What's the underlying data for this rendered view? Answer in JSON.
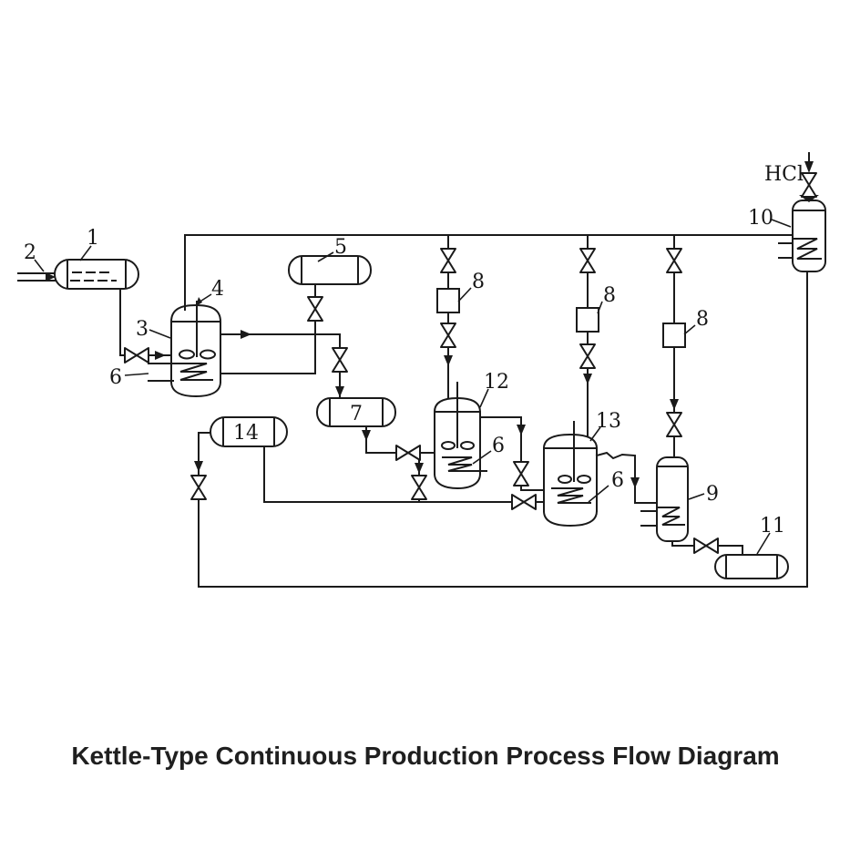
{
  "title": "Kettle-Type Continuous Production Process Flow Diagram",
  "labels": {
    "hcl": "HCl",
    "item1": "1",
    "item2": "2",
    "item3": "3",
    "item4": "4",
    "item5": "5",
    "item6_reactor3": "6",
    "item6_reactor12": "6",
    "item6_reactor13": "6",
    "item7": "7",
    "item8_feed_line1": "8",
    "item8_feed_line2": "8",
    "item8_feed_line3": "8",
    "item9": "9",
    "item10": "10",
    "item11": "11",
    "item12": "12",
    "item13": "13",
    "item14": "14"
  },
  "colors": {
    "line": "#1a1a1a",
    "background": "#ffffff",
    "title_text": "#1f1f1f"
  }
}
